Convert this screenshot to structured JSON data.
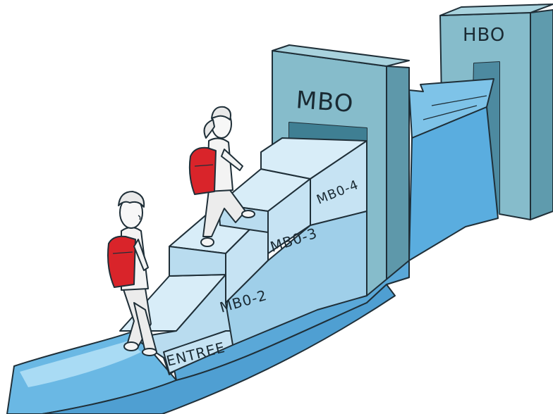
{
  "illustration": {
    "gate_labels": {
      "hbo": "HBO",
      "mbo": "MBO"
    },
    "step_labels": [
      "ENTREE",
      "MB0-2",
      "MB0-3",
      "MB0-4"
    ],
    "colors": {
      "gate_fill": "#7fb7c6",
      "gate_dark": "#5d97a9",
      "path_fill": "#66b6e3",
      "step_top": "#d8edf8",
      "step_riser": "#b9dcef",
      "backpack": "#d9242a"
    }
  }
}
